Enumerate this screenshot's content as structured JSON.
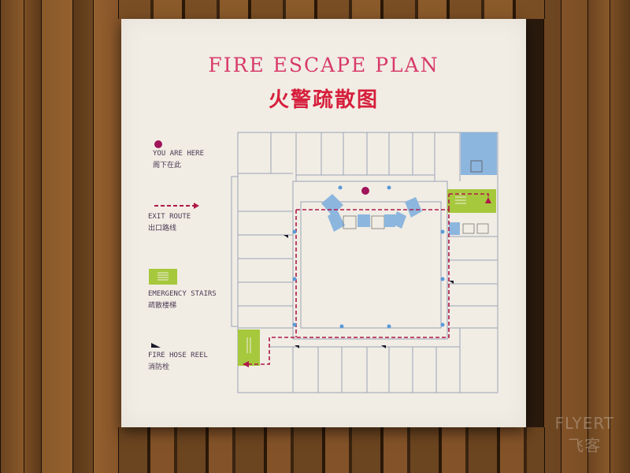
{
  "sign": {
    "title": "FIRE ESCAPE PLAN",
    "subtitle": "火警疏散图"
  },
  "legend": {
    "you_are_here_en": "YOU ARE HERE",
    "you_are_here_zh": "阁下在此",
    "exit_route_en": "EXIT ROUTE",
    "exit_route_zh": "出口路线",
    "emergency_stairs_en": "EMERGENCY STAIRS",
    "emergency_stairs_zh": "疏散楼梯",
    "fire_hose_reel_en": "FIRE HOSE REEL",
    "fire_hose_reel_zh": "消防栓"
  },
  "colors": {
    "you_are_here": "#a0145a",
    "exit_route": "#b01848",
    "stairs": "#a6c83c",
    "elevator": "#8db6de",
    "hose": "#1a1a2a",
    "walls": "#9aa3b8"
  },
  "watermark": {
    "text": "FLYERT",
    "text_zh": "飞客"
  }
}
